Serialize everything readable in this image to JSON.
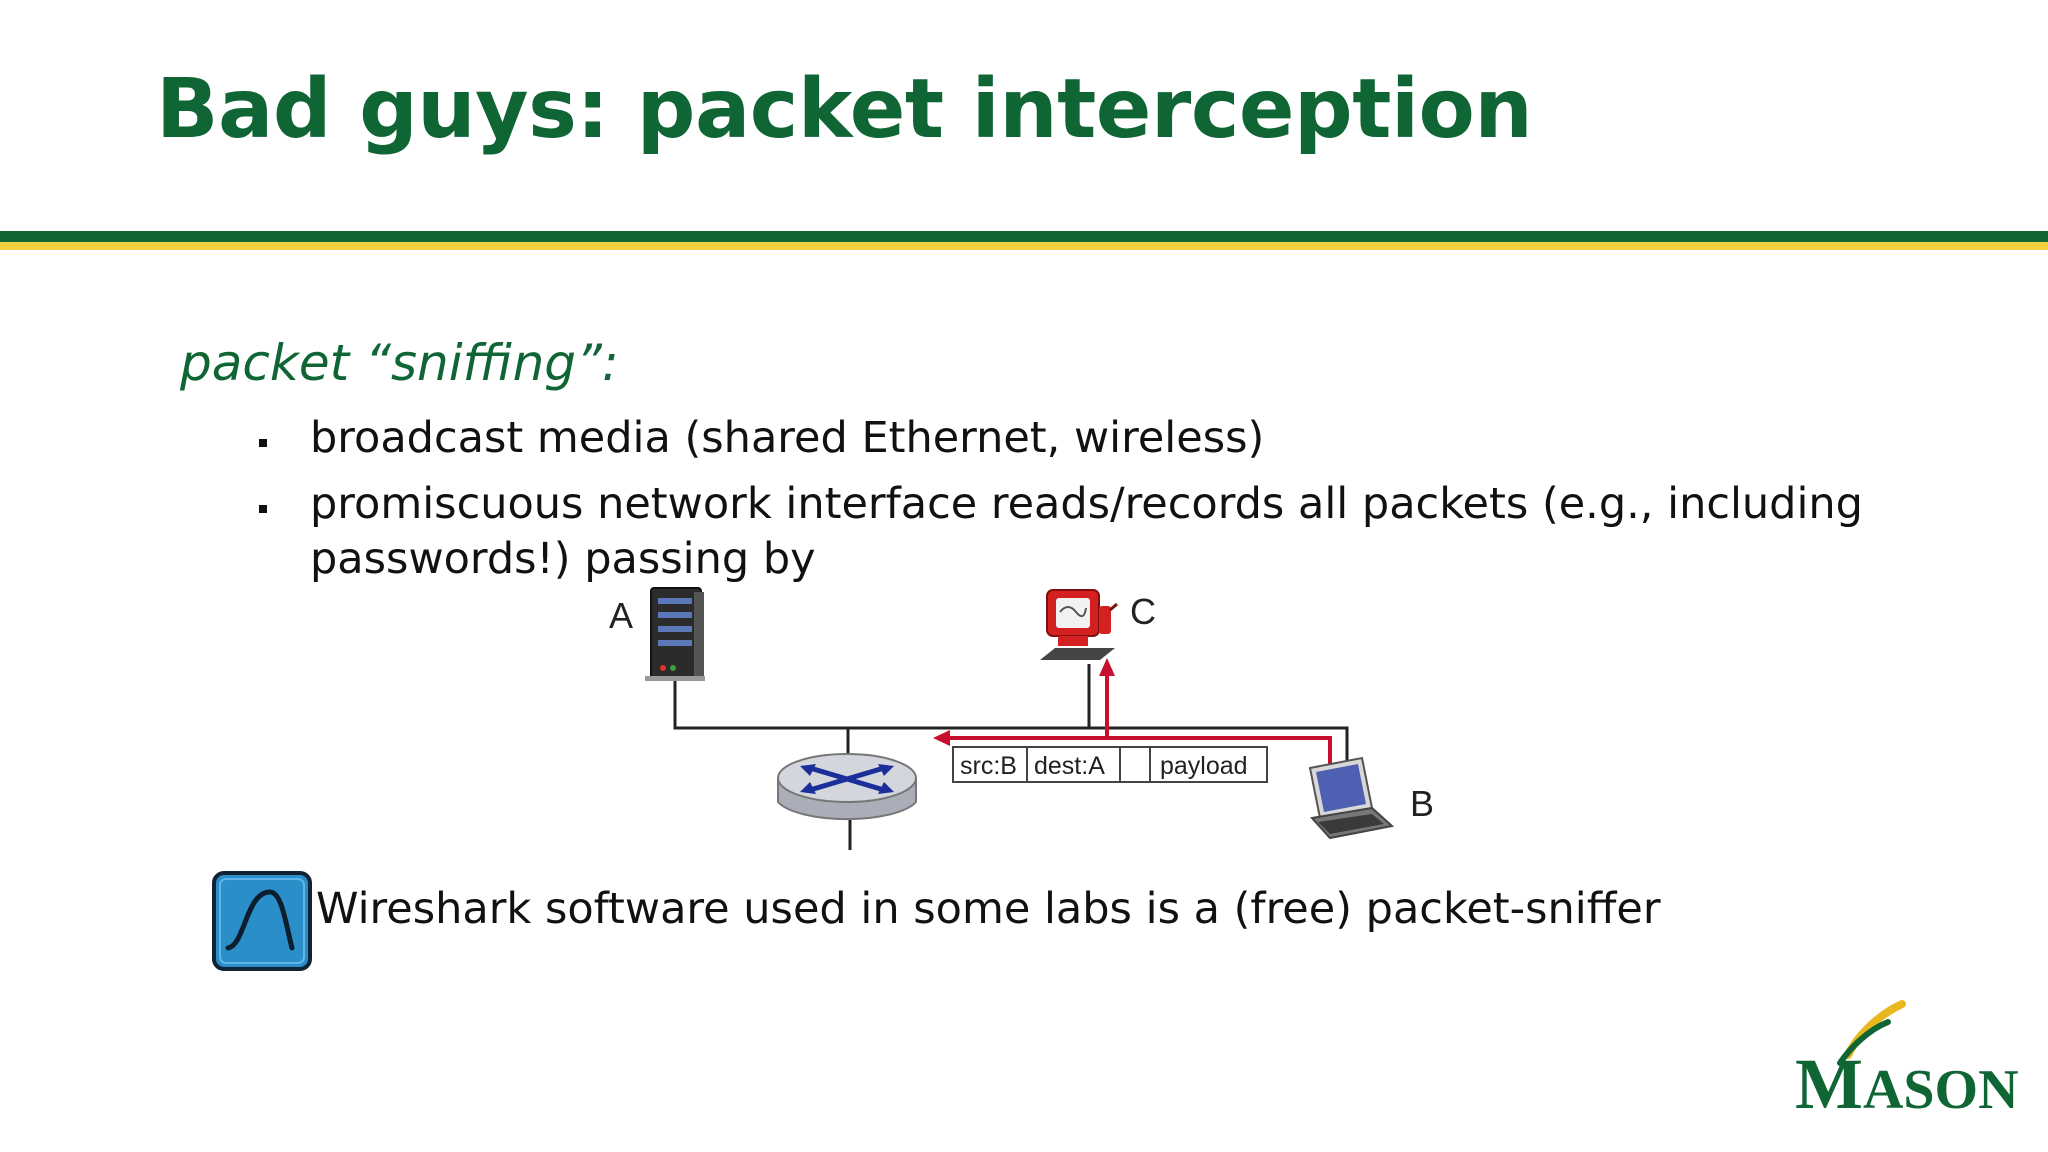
{
  "slide": {
    "title": "Bad guys: packet interception",
    "subheading": "packet “sniffing”:",
    "bullets": [
      "broadcast media (shared Ethernet, wireless)",
      "promiscuous network interface reads/records all packets (e.g., including",
      "passwords!) passing by"
    ],
    "footnote": "Wireshark software used in some labs is a (free) packet-sniffer",
    "logo_text": "MASON"
  },
  "diagram": {
    "hosts": {
      "a": "A",
      "b": "B",
      "c": "C"
    },
    "packet": {
      "src": "src:B",
      "dest": "dest:A",
      "payload": "payload"
    }
  },
  "icons": [
    "server-icon",
    "router-icon",
    "laptop-icon",
    "sniffer-computer-icon",
    "wireshark-icon",
    "mason-logo"
  ],
  "colors": {
    "title_green": "#106535",
    "accent_gold": "#f4d03f",
    "arrow_red": "#c8102e",
    "wireshark_blue": "#2a8fc9"
  }
}
